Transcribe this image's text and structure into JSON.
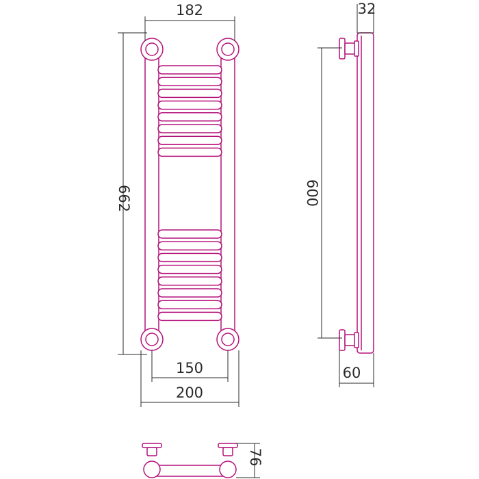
{
  "dimensions": {
    "front_top_width": "182",
    "front_height": "662",
    "front_pipe_spacing": "150",
    "front_bottom_width": "200",
    "side_top_depth": "32",
    "side_mount_spacing": "600",
    "side_bottom_depth": "60",
    "plan_depth": "76"
  },
  "colors": {
    "outline": "#b4127a",
    "dimension": "#2a2a2a",
    "background": "#ffffff"
  }
}
